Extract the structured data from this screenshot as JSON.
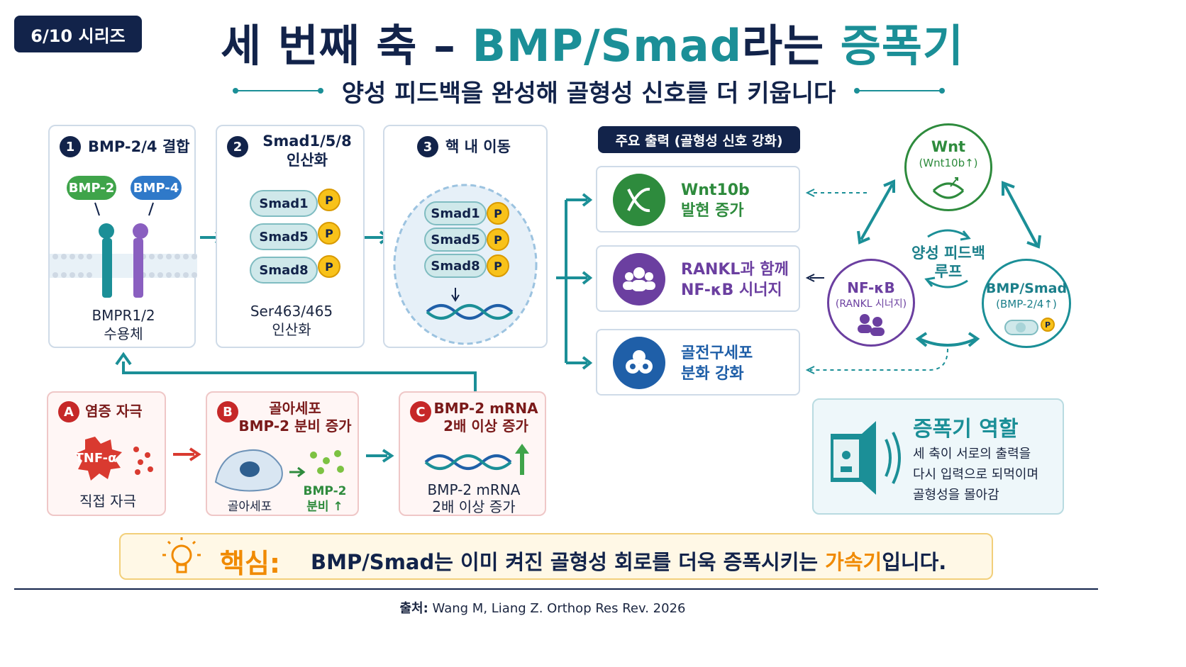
{
  "badge": "6/10 시리즈",
  "title": {
    "part1": "세 번째 축 – ",
    "part2": "BMP/Smad",
    "part3": "라는 ",
    "part4": "증폭기"
  },
  "subtitle": "양성 피드백을 완성해 골형성 신호를 더 키웁니다",
  "steps": [
    {
      "num": "1",
      "title": "BMP-2/4 결합",
      "ligands": [
        "BMP-2",
        "BMP-4"
      ],
      "caption": [
        "BMPR1/2",
        "수용체"
      ]
    },
    {
      "num": "2",
      "title": [
        "Smad1/5/8",
        "인산화"
      ],
      "smads": [
        "Smad1",
        "Smad5",
        "Smad8"
      ],
      "phospho": "P",
      "caption": [
        "Ser463/465",
        "인산화"
      ]
    },
    {
      "num": "3",
      "title": "핵 내 이동",
      "smads": [
        "Smad1",
        "Smad5",
        "Smad8"
      ],
      "phospho": "P"
    }
  ],
  "outputs": {
    "header": "주요 출력 (골형성 신호 강화)",
    "items": [
      {
        "line1": "Wnt10b",
        "line2": "발현 증가",
        "color": "#2e8b3d"
      },
      {
        "line1": "RANKL과 함께",
        "line2": "NF-κB 시너지",
        "color": "#6b3fa0"
      },
      {
        "line1": "골전구세포",
        "line2": "분화 강화",
        "color": "#1f5fa8"
      }
    ]
  },
  "loop": {
    "label": [
      "양성 피드백",
      "루프"
    ],
    "wnt": {
      "title": "Wnt",
      "sub": "(Wnt10b↑)"
    },
    "nfkb": {
      "title": "NF-κB",
      "sub": "(RANKL 시너지)"
    },
    "bmp": {
      "title": "BMP/Smad",
      "sub": "(BMP-2/4↑)",
      "phospho": "P"
    }
  },
  "amplifier": {
    "title": "증폭기 역할",
    "desc": [
      "세 축이 서로의 출력을",
      "다시 입력으로 되먹이며",
      "골형성을 몰아감"
    ]
  },
  "bottom": [
    {
      "letter": "A",
      "title": "염증 자극",
      "badge": "TNF-α",
      "caption": "직접 자극"
    },
    {
      "letter": "B",
      "title": [
        "골아세포",
        "BMP-2 분비 증가"
      ],
      "cell": "골아세포",
      "secrete": [
        "BMP-2",
        "분비 ↑"
      ]
    },
    {
      "letter": "C",
      "title": [
        "BMP-2 mRNA",
        "2배 이상 증가"
      ],
      "caption": [
        "BMP-2 mRNA",
        "2배 이상 증가"
      ]
    }
  ],
  "key": {
    "label": "핵심:",
    "text_before": "BMP/Smad는 이미 켜진 골형성 회로를  더욱 증폭시키는 ",
    "highlight": "가속기",
    "text_after": "입니다."
  },
  "source": {
    "label": "출처:",
    "text": " Wang M, Liang Z. Orthop Res Rev. 2026"
  },
  "colors": {
    "navy": "#12234a",
    "teal": "#1b8f97",
    "green": "#2e8b3d",
    "purple": "#6b3fa0",
    "blue": "#1f5fa8",
    "red": "#c62828",
    "orange": "#f08a00"
  }
}
